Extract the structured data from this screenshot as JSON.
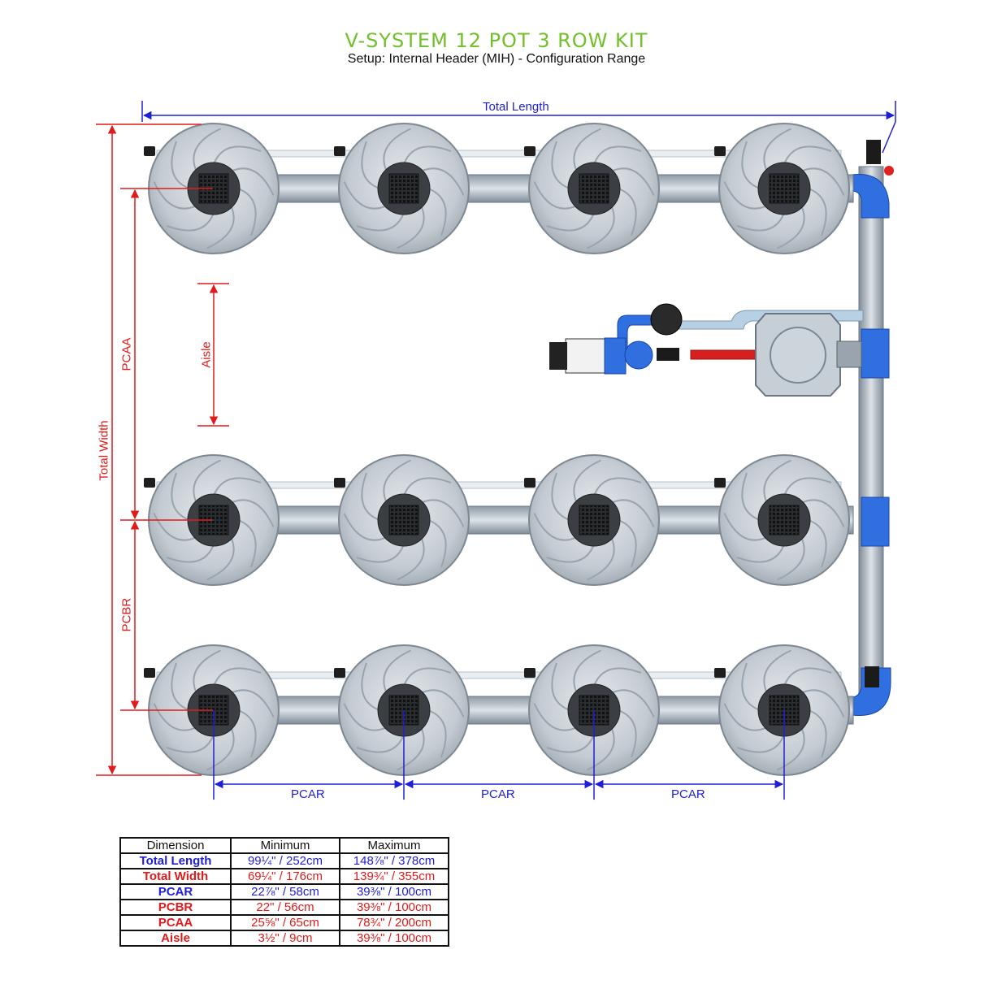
{
  "header": {
    "title": "V-SYSTEM 12 POT 3 ROW KIT",
    "subtitle": "Setup: Internal Header (MIH) - Configuration Range"
  },
  "labels": {
    "total_length": "Total Length",
    "total_width": "Total Width",
    "pcaa": "PCAA",
    "pcbr": "PCBR",
    "aisle": "Aisle",
    "pcar": "PCAR"
  },
  "colors": {
    "title_green": "#72c02c",
    "dimension_blue": "#1f1fd6",
    "dimension_red": "#e01b1b",
    "pipe_blue": "#2f6fe0",
    "pot_grey": "#c6cdd4"
  },
  "layout": {
    "rows": 3,
    "pots_per_row": 4
  },
  "table": {
    "headers": [
      "Dimension",
      "Minimum",
      "Maximum"
    ],
    "rows": [
      {
        "dimension": "Total Length",
        "min": "99¼\" / 252cm",
        "max": "148⅞\" / 378cm",
        "color": "blue"
      },
      {
        "dimension": "Total Width",
        "min": "69¼\" / 176cm",
        "max": "139¾\" / 355cm",
        "color": "red"
      },
      {
        "dimension": "PCAR",
        "min": "22⅞\" / 58cm",
        "max": "39⅜\" / 100cm",
        "color": "blue"
      },
      {
        "dimension": "PCBR",
        "min": "22\" / 56cm",
        "max": "39⅜\" / 100cm",
        "color": "red"
      },
      {
        "dimension": "PCAA",
        "min": "25⅝\" / 65cm",
        "max": "78¾\" / 200cm",
        "color": "red"
      },
      {
        "dimension": "Aisle",
        "min": "3½\" / 9cm",
        "max": "39⅜\" / 100cm",
        "color": "red"
      }
    ]
  }
}
